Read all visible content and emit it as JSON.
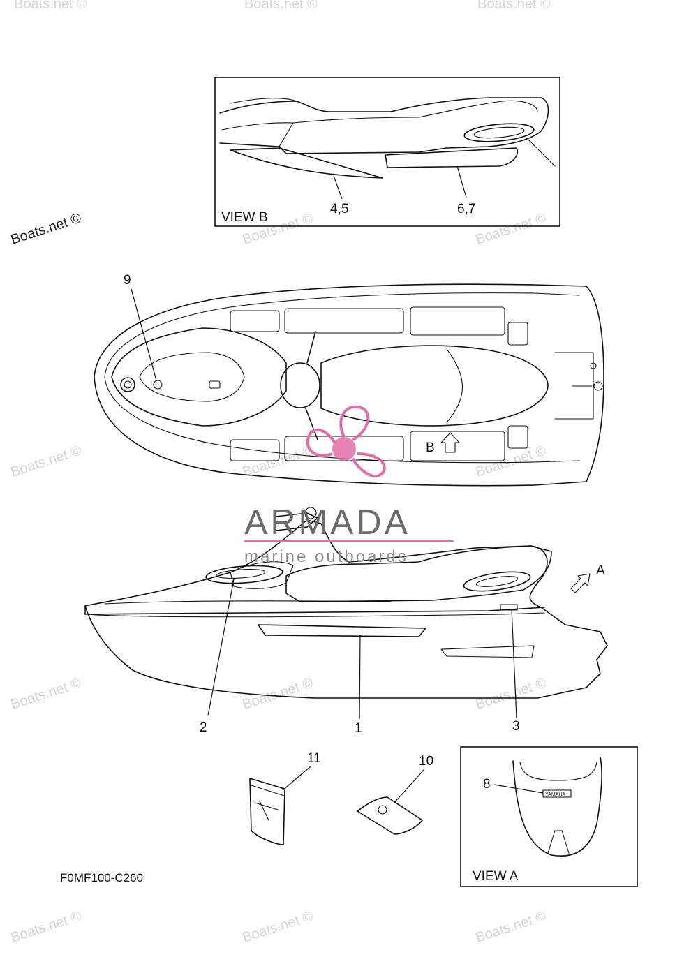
{
  "diagram_code": "F0MF100-C260",
  "views": {
    "view_b": "VIEW B",
    "view_a": "VIEW A"
  },
  "callouts": {
    "c1": "1",
    "c2": "2",
    "c3": "3",
    "c45": "4,5",
    "c67": "6,7",
    "c8": "8",
    "c9": "9",
    "c10": "10",
    "c11": "11"
  },
  "direction_markers": {
    "arrow_a": "A",
    "arrow_b": "B"
  },
  "sticker_text": "YAMAHA",
  "watermark": {
    "text": "Boats.net ©",
    "text_dark": "Boats.net ©"
  },
  "overlay_logo": {
    "name": "ARMADA",
    "tagline": "marine outboards",
    "color": "#e06fa7"
  }
}
